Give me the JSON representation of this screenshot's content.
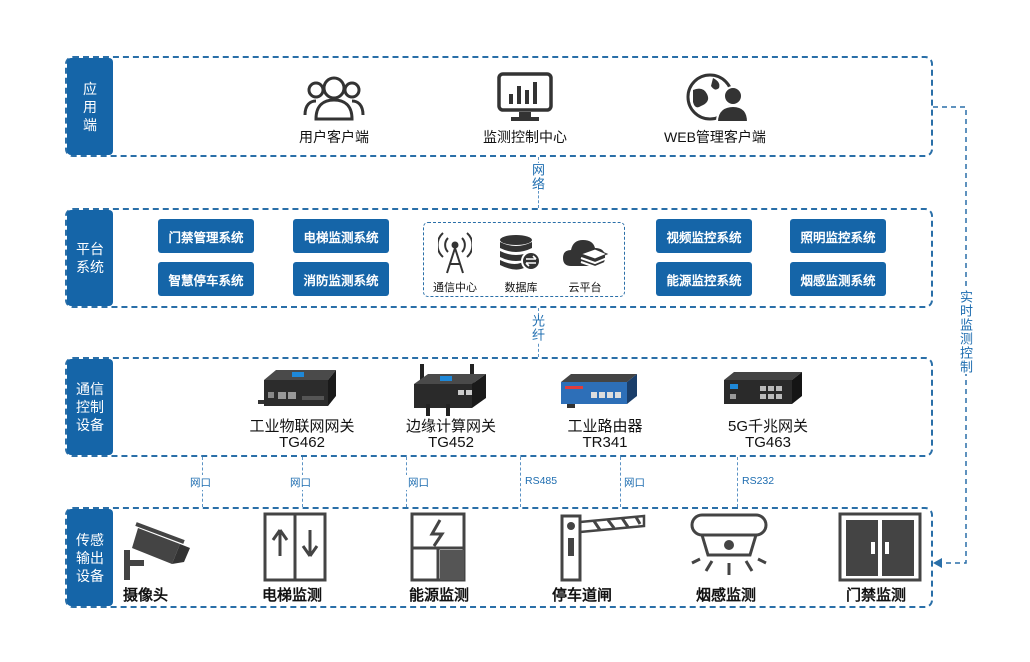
{
  "layers": {
    "app": "应\n用\n端",
    "platform": "平台\n系统",
    "comm": "通信\n控制\n设备",
    "sensor": "传感\n输出\n设备"
  },
  "app_items": [
    {
      "icon": "users-icon",
      "label": "用户客户端"
    },
    {
      "icon": "monitor-chart-icon",
      "label": "监测控制中心"
    },
    {
      "icon": "globe-user-icon",
      "label": "WEB管理客户端"
    }
  ],
  "links": {
    "network": "网络",
    "fiber": "光纤",
    "realtime": "实时监测控制"
  },
  "platform_left": [
    "门禁管理系统",
    "电梯监测系统",
    "智慧停车系统",
    "消防监测系统"
  ],
  "platform_right": [
    "视频监控系统",
    "照明监控系统",
    "能源监控系统",
    "烟感监测系统"
  ],
  "platform_center": [
    {
      "icon": "antenna-icon",
      "label": "通信中心"
    },
    {
      "icon": "database-icon",
      "label": "数据库"
    },
    {
      "icon": "cloud-icon",
      "label": "云平台"
    }
  ],
  "devices": [
    {
      "name": "工业物联网网关",
      "model": "TG462"
    },
    {
      "name": "边缘计算网关",
      "model": "TG452"
    },
    {
      "name": "工业路由器",
      "model": "TR341"
    },
    {
      "name": "5G千兆网关",
      "model": "TG463"
    }
  ],
  "interfaces": [
    "网口",
    "网口",
    "网口",
    "RS485",
    "网口",
    "RS232"
  ],
  "sensors": [
    {
      "icon": "camera-icon",
      "label": "摄像头"
    },
    {
      "icon": "elevator-icon",
      "label": "电梯监测"
    },
    {
      "icon": "energy-icon",
      "label": "能源监测"
    },
    {
      "icon": "barrier-gate-icon",
      "label": "停车道闸"
    },
    {
      "icon": "smoke-detector-icon",
      "label": "烟感监测"
    },
    {
      "icon": "door-icon",
      "label": "门禁监测"
    }
  ],
  "colors": {
    "primary": "#1565a8",
    "dashed": "#2a6fa8",
    "accent_text": "#1e6db0"
  }
}
